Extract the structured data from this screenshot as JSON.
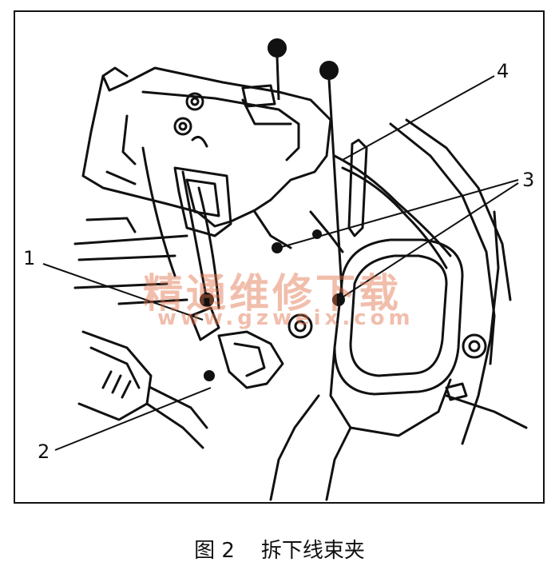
{
  "figure": {
    "caption": "图 2    拆下线束夹",
    "callouts": [
      "1",
      "2",
      "3",
      "4"
    ],
    "watermark": {
      "text": "精通维修下载",
      "url": "www.gzweix.com",
      "color": "#e06e46"
    }
  }
}
